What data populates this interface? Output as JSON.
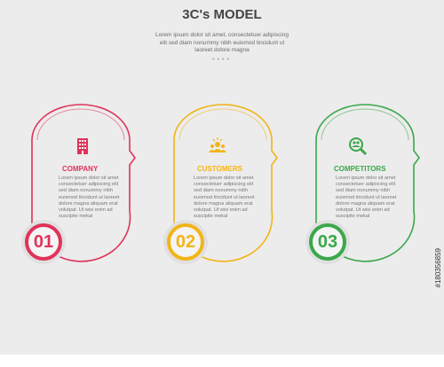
{
  "header": {
    "title": "3C's MODEL",
    "subtitle": "Lorem ipsum dolor sit amet, consectetuer adipiscing elit sed diam nonummy nibh euismod tincidunt ut laoreet dolore magna",
    "dots": "••••"
  },
  "cards": [
    {
      "heading": "COMPANY",
      "number": "01",
      "color": "#e0335a",
      "icon": "building-icon",
      "body": [
        "Lorem ipsum dolor sit amet",
        "consectetuer adipiscing elit",
        "sed diam nonummy nibh",
        "euismod tincidunt ut laoreet",
        "dolore magna aliquam erat",
        "volutpat. Ut wisi enim ad",
        "suscipite mekal"
      ]
    },
    {
      "heading": "CUSTOMERS",
      "number": "02",
      "color": "#f2b417",
      "icon": "group-people-icon",
      "body": [
        "Lorem ipsum dolor sit amet",
        "consectetuer adipiscing elit",
        "sed diam nonummy nibh",
        "euismod tincidunt ut laoreet",
        "dolore magna aliquam erat",
        "volutpat. Ut wisi enim ad",
        "suscipite mekal"
      ]
    },
    {
      "heading": "COMPETITORS",
      "number": "03",
      "color": "#3aa84a",
      "icon": "search-people-icon",
      "body": [
        "Lorem ipsum dolor sit amet",
        "consectetuer adipiscing elit",
        "sed diam nonummy nibh",
        "euismod tincidunt ut laoreet",
        "dolore magna aliquam erat",
        "volutpat. Ut wisi enim ad",
        "suscipite mekal"
      ]
    }
  ],
  "watermark": "#180356859"
}
